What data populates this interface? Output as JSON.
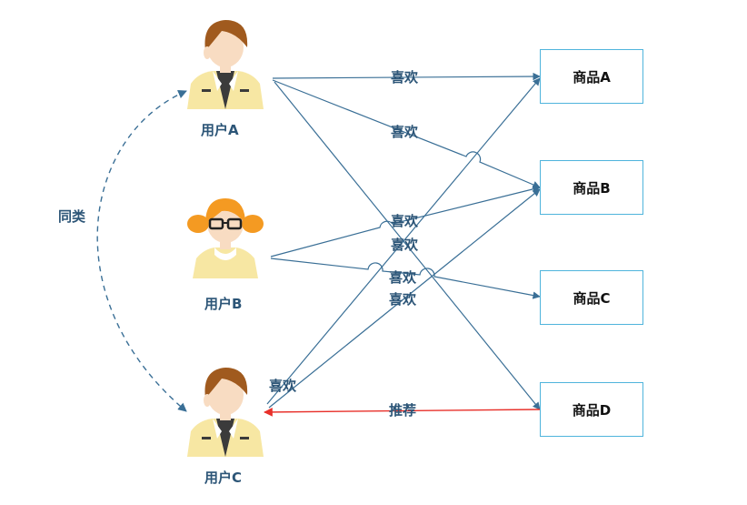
{
  "users": [
    {
      "id": "A",
      "label": "用户A"
    },
    {
      "id": "B",
      "label": "用户B"
    },
    {
      "id": "C",
      "label": "用户C"
    }
  ],
  "products": [
    {
      "id": "A",
      "label": "商品A"
    },
    {
      "id": "B",
      "label": "商品B"
    },
    {
      "id": "C",
      "label": "商品C"
    },
    {
      "id": "D",
      "label": "商品D"
    }
  ],
  "edges": [
    {
      "from": "用户A",
      "to": "商品A",
      "label": "喜欢"
    },
    {
      "from": "用户A",
      "to": "商品B",
      "label": "喜欢"
    },
    {
      "from": "用户A",
      "to": "商品D",
      "label": "喜欢"
    },
    {
      "from": "用户B",
      "to": "商品B",
      "label": "喜欢"
    },
    {
      "from": "用户B",
      "to": "商品C",
      "label": "喜欢"
    },
    {
      "from": "用户C",
      "to": "商品A",
      "label": "喜欢"
    },
    {
      "from": "用户C",
      "to": "商品B",
      "label": "喜欢"
    },
    {
      "from": "商品D",
      "to": "用户C",
      "label": "推荐"
    }
  ],
  "similar_label": "同类",
  "colors": {
    "edge": "#3a6f96",
    "recommend": "#e8302a",
    "box_border": "#4fb4dc",
    "label_text": "#2c5577",
    "skin": "#f8dcc2",
    "hair_brown": "#a05a1e",
    "hair_orange": "#f49a22",
    "shirt_yellow": "#f7e7a3",
    "shirt_dark": "#3b3b3b"
  },
  "icons": [
    "male-user-icon",
    "female-user-icon",
    "male-user-icon"
  ]
}
